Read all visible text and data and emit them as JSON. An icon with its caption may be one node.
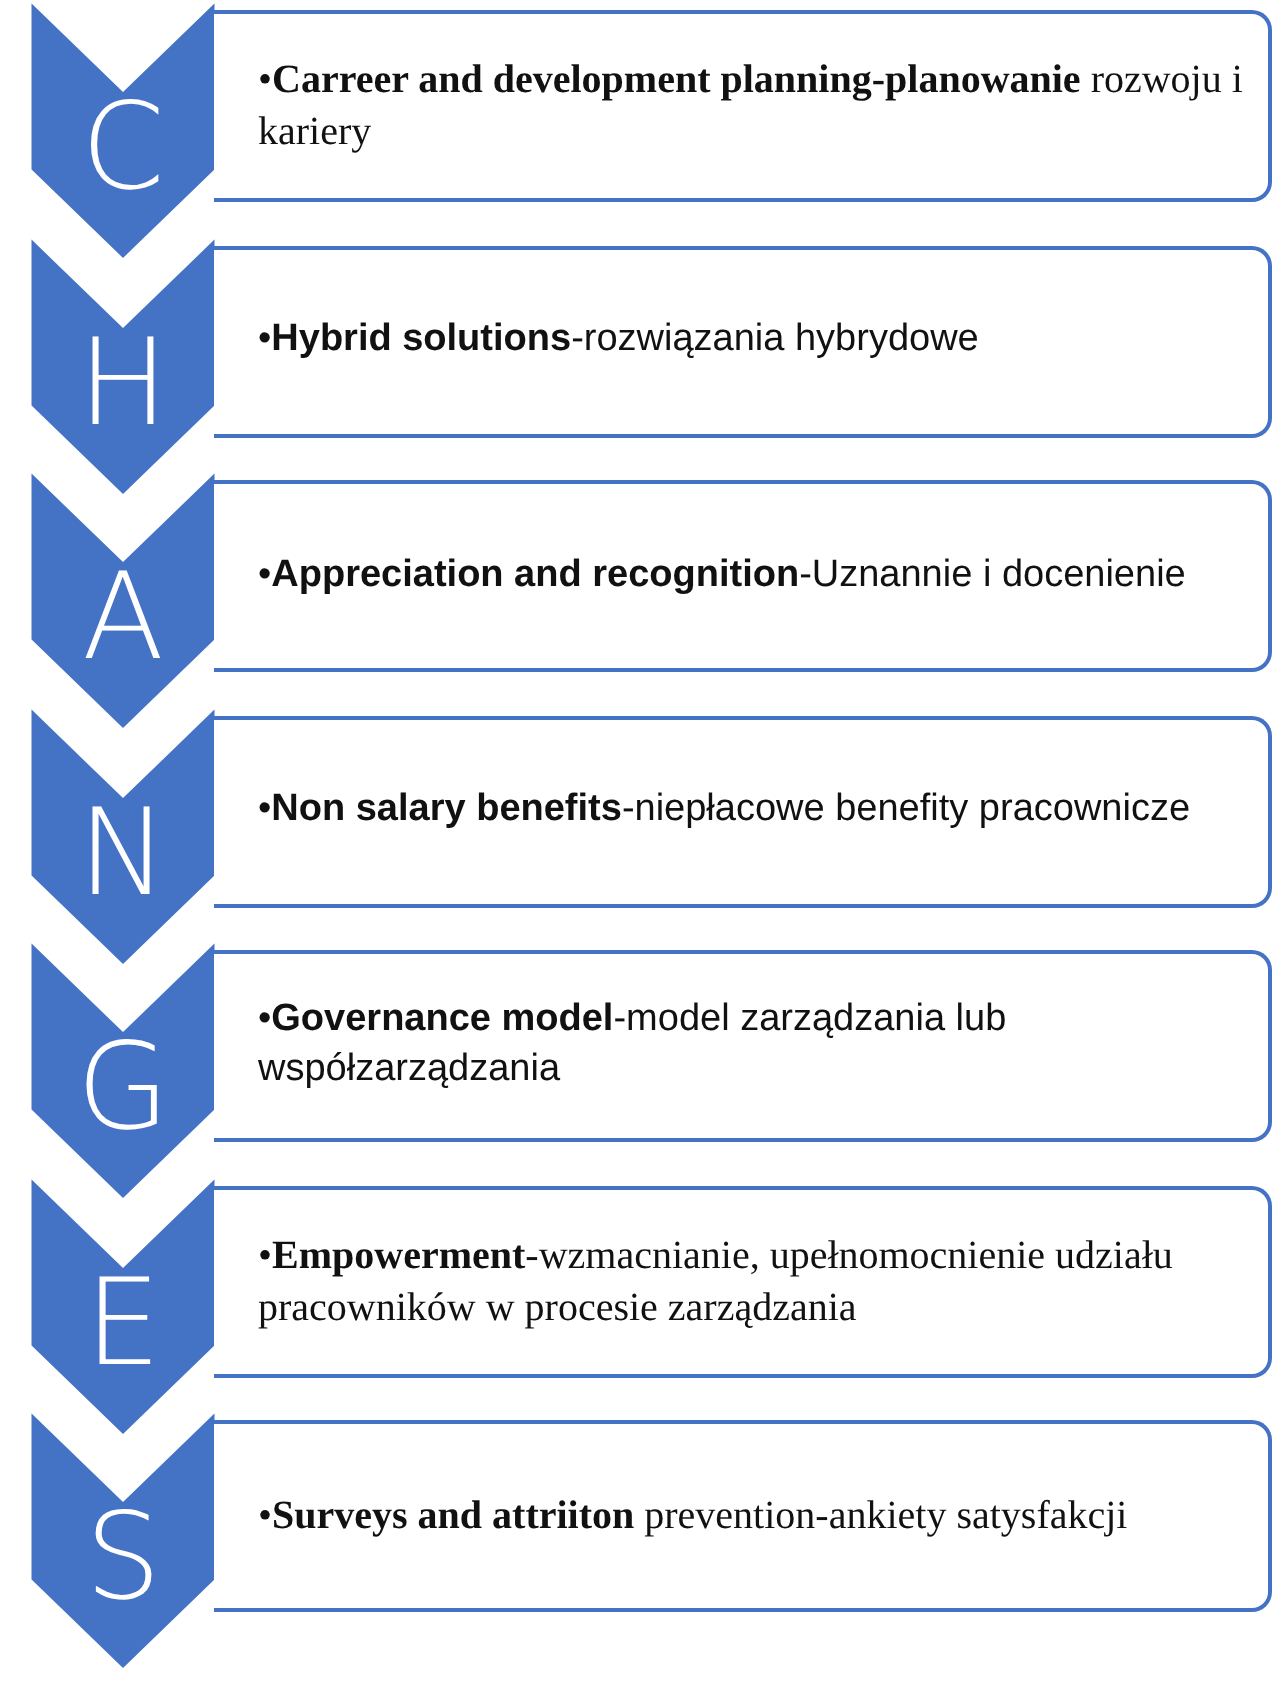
{
  "diagram": {
    "nodes": [
      {
        "text": [
          "C"
        ]
      },
      {
        "text": [
          "•**Carreer and development planning-planowanie** rozwoju i kariery"
        ]
      },
      {
        "text": [
          "H"
        ]
      },
      {
        "text": [
          "•**Hybrid solutions**-rozwiązania hybrydowe"
        ]
      },
      {
        "text": [
          "A"
        ]
      },
      {
        "text": [
          "•**Appreciation and recognition**-Uznannie i docenienie"
        ]
      },
      {
        "text": [
          "N"
        ]
      },
      {
        "text": [
          "•**Non salary benefits**-niepłacowe benefity pracownicze"
        ]
      },
      {
        "text": [
          "G"
        ]
      },
      {
        "text": [
          "•**Governance model**-model zarządzania lub współzarządzania"
        ]
      },
      {
        "text": [
          "E"
        ]
      },
      {
        "text": [
          "•**Empowerment**-wzmacnianie, upełnomocnienie udziału pracowników w procesie zarządzania"
        ]
      },
      {
        "text": [
          "S"
        ]
      },
      {
        "text": [
          "•**Surveys and attriiton** prevention-ankiety satysfakcji"
        ]
      }
    ]
  }
}
